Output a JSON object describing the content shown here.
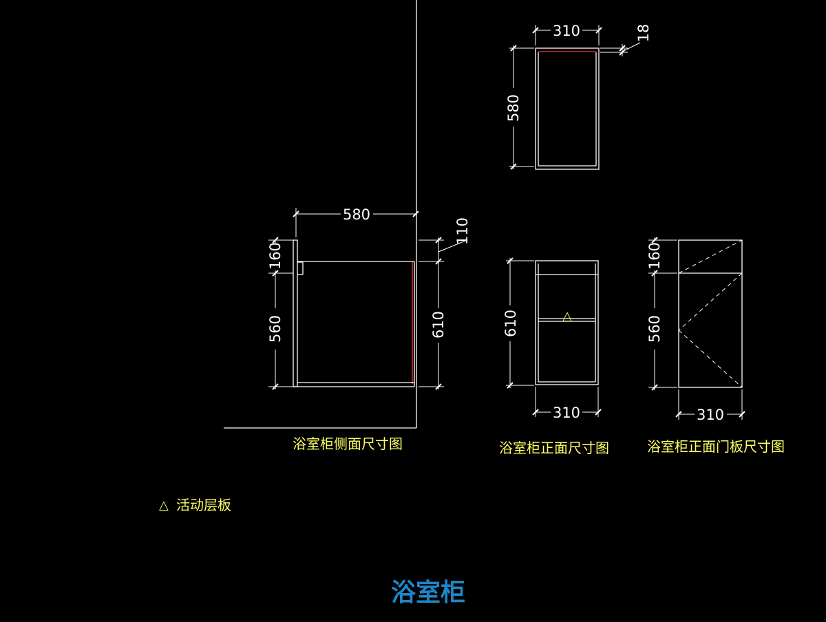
{
  "colors": {
    "background": "#000000",
    "lines": "#ffffff",
    "edge_highlight": "#ff3030",
    "captions": "#ffff66",
    "title": "#1e86c8"
  },
  "dims": {
    "side_width": "580",
    "side_top": "160",
    "side_body": "560",
    "side_total": "610",
    "side_top_thickness": "110",
    "top_width": "310",
    "top_depth": "580",
    "top_edge": "18",
    "front_height": "610",
    "front_width": "310",
    "door_top": "160",
    "door_body": "560",
    "door_width": "310"
  },
  "captions": {
    "side_view": "浴室柜侧面尺寸图",
    "front_view": "浴室柜正面尺寸图",
    "door_view": "浴室柜正面门板尺寸图"
  },
  "legend": {
    "symbol": "△",
    "label": "活动层板"
  },
  "title": "浴室柜"
}
